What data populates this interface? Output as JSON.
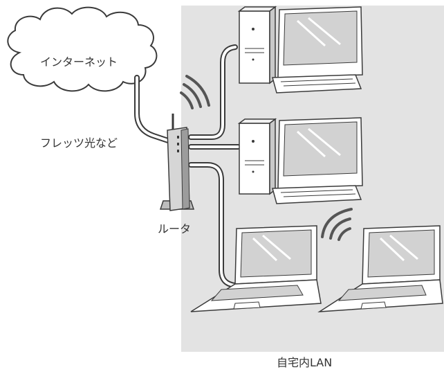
{
  "labels": {
    "internet": "インターネット",
    "fletz": "フレッツ光など",
    "router": "ルータ",
    "home_lan": "自宅内LAN"
  },
  "colors": {
    "lan_background": "#e3e3e3",
    "outline": "#3a3a3a",
    "device_fill": "#ffffff",
    "screen_fill": "#d2d2d2",
    "router_fill": "#bdbdbd",
    "text": "#333333"
  },
  "devices": {
    "desktops": [
      "desktop-pc",
      "desktop-pc"
    ],
    "laptops": [
      "laptop-pc",
      "laptop-pc"
    ]
  }
}
